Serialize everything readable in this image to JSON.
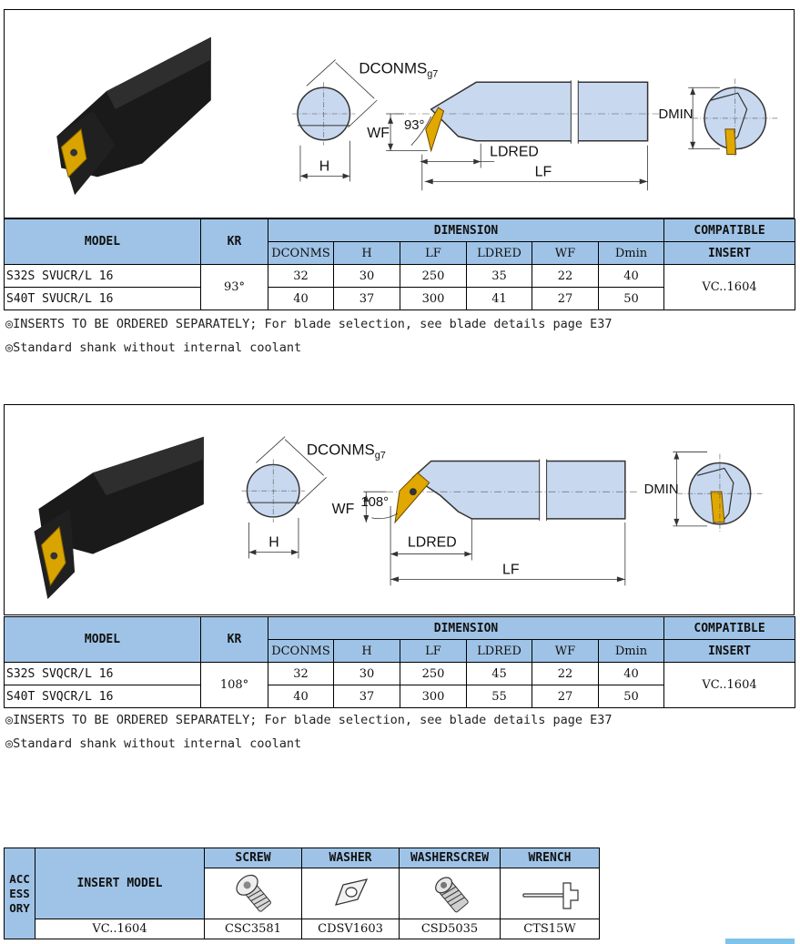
{
  "section1": {
    "labels": {
      "dconms": "DCONMS",
      "g7": "g7",
      "wf": "WF",
      "angle": "93°",
      "ldred": "LDRED",
      "lf": "LF",
      "h": "H",
      "dmin": "DMIN"
    },
    "table": {
      "model_header": "MODEL",
      "kr_header": "KR",
      "dimension_header": "DIMENSION",
      "compatible_header": "COMPATIBLE",
      "insert_header": "INSERT",
      "columns": [
        "DCONMS",
        "H",
        "LF",
        "LDRED",
        "WF",
        "Dmin"
      ],
      "kr": "93°",
      "insert": "VC..1604",
      "rows": [
        {
          "model": "S32S SVUCR/L 16",
          "values": [
            "32",
            "30",
            "250",
            "35",
            "22",
            "40"
          ]
        },
        {
          "model": "S40T SVUCR/L 16",
          "values": [
            "40",
            "37",
            "300",
            "41",
            "27",
            "50"
          ]
        }
      ]
    },
    "notes": [
      "◎INSERTS TO BE ORDERED SEPARATELY; For blade selection, see blade details page E37",
      "◎Standard shank without internal coolant"
    ]
  },
  "section2": {
    "labels": {
      "dconms": "DCONMS",
      "g7": "g7",
      "wf": "WF",
      "angle": "108°",
      "ldred": "LDRED",
      "lf": "LF",
      "h": "H",
      "dmin": "DMIN"
    },
    "table": {
      "model_header": "MODEL",
      "kr_header": "KR",
      "dimension_header": "DIMENSION",
      "compatible_header": "COMPATIBLE",
      "insert_header": "INSERT",
      "columns": [
        "DCONMS",
        "H",
        "LF",
        "LDRED",
        "WF",
        "Dmin"
      ],
      "kr": "108°",
      "insert": "VC..1604",
      "rows": [
        {
          "model": "S32S SVQCR/L 16",
          "values": [
            "32",
            "30",
            "250",
            "45",
            "22",
            "40"
          ]
        },
        {
          "model": "S40T SVQCR/L 16",
          "values": [
            "40",
            "37",
            "300",
            "55",
            "27",
            "50"
          ]
        }
      ]
    },
    "notes": [
      "◎INSERTS TO BE ORDERED SEPARATELY; For blade selection, see blade details page E37",
      "◎Standard shank without internal coolant"
    ]
  },
  "accessory": {
    "side_label": [
      "ACC",
      "ESS",
      "ORY"
    ],
    "insert_model_header": "INSERT MODEL",
    "headers": [
      "SCREW",
      "WASHER",
      "WASHERSCREW",
      "WRENCH"
    ],
    "icons": [
      "screw-icon",
      "washer-icon",
      "washer-screw-icon",
      "wrench-icon"
    ],
    "insert_model": "VC..1604",
    "parts": [
      "CSC3581",
      "CDSV1603",
      "CSD5035",
      "CTS15W"
    ]
  },
  "colors": {
    "header_blue": "#9fc3e6",
    "shank_blue": "#c8d8ef",
    "insert_gold": "#e0a800",
    "accent_bar": "#7ec3ea"
  }
}
